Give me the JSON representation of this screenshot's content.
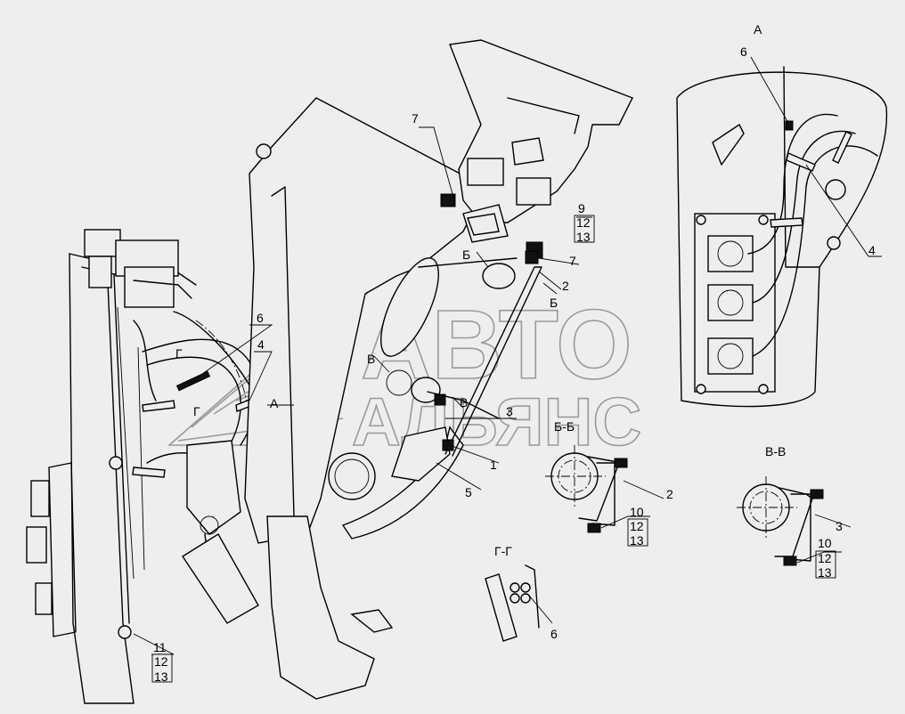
{
  "views": {
    "a": "А",
    "b": "Б-Б",
    "v": "В-В",
    "g": "Г-Г"
  },
  "markers": {
    "b1": "Б",
    "b2": "Б",
    "v1": "В",
    "v2": "В",
    "g1": "Г",
    "g2": "Г",
    "a_arrow": "А"
  },
  "callouts": {
    "c1": "1",
    "c2": "2",
    "c3": "3",
    "c4": "4",
    "c5": "5",
    "c6": "6",
    "c7": "7",
    "c9": "9",
    "c11": "11",
    "c12": "12",
    "c13": "13",
    "s_bb_2": "2",
    "s_bb_10": "10",
    "s_bb_12": "12",
    "s_bb_13": "13",
    "s_vv_3": "3",
    "s_vv_10": "10",
    "s_vv_12": "12",
    "s_vv_13": "13",
    "s_gg_6": "6",
    "s_a_6": "6",
    "s_a_4": "4",
    "left_6": "6",
    "left_4": "4",
    "left_11": "11",
    "left_12": "12",
    "left_13": "13",
    "top_7": "7",
    "top_9": "9",
    "top_12": "12",
    "top_13": "13",
    "mid_7": "7",
    "mid_2": "2"
  },
  "watermark": {
    "line1": "АВТО",
    "line2": "АЛЬЯНС"
  }
}
